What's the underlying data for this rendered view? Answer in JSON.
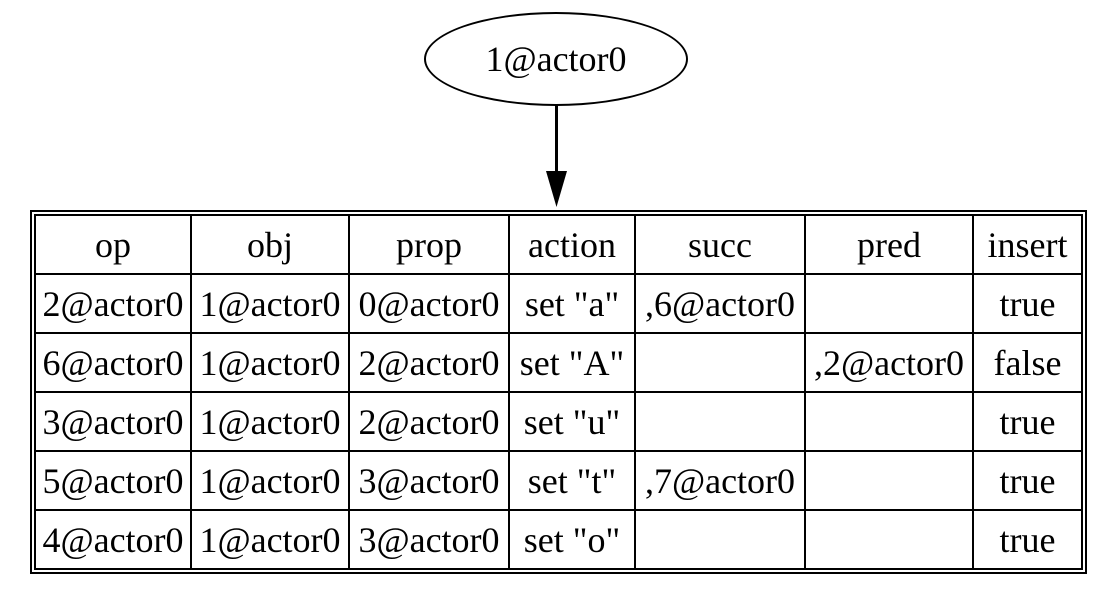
{
  "colors": {
    "foreground": "#000000",
    "background": "#ffffff"
  },
  "graph": {
    "node_label": "1@actor0"
  },
  "table": {
    "columns": [
      "op",
      "obj",
      "prop",
      "action",
      "succ",
      "pred",
      "insert"
    ],
    "rows": [
      [
        "2@actor0",
        "1@actor0",
        "0@actor0",
        "set \"a\"",
        ",6@actor0",
        "",
        "true"
      ],
      [
        "6@actor0",
        "1@actor0",
        "2@actor0",
        "set \"A\"",
        "",
        ",2@actor0",
        "false"
      ],
      [
        "3@actor0",
        "1@actor0",
        "2@actor0",
        "set \"u\"",
        "",
        "",
        "true"
      ],
      [
        "5@actor0",
        "1@actor0",
        "3@actor0",
        "set \"t\"",
        ",7@actor0",
        "",
        "true"
      ],
      [
        "4@actor0",
        "1@actor0",
        "3@actor0",
        "set \"o\"",
        "",
        "",
        "true"
      ]
    ]
  }
}
